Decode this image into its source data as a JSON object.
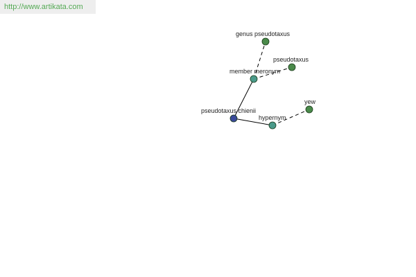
{
  "header": {
    "url": "http://www.artikata.com"
  },
  "colors": {
    "url_bar_bg": "#eeeeee",
    "url_text": "#55aa55",
    "edge": "#000000",
    "node_outline": "#1a3a1a",
    "node_main": "#3a4a9a",
    "node_relation": "#4a9a8a",
    "node_leaf": "#4a8a4a"
  },
  "graph": {
    "nodes": [
      {
        "id": "main",
        "label": "pseudotaxus chienii",
        "kind": "main"
      },
      {
        "id": "meronym",
        "label": "member meronym",
        "kind": "relation"
      },
      {
        "id": "hypernym",
        "label": "hypernym",
        "kind": "relation"
      },
      {
        "id": "genus",
        "label": "genus pseudotaxus",
        "kind": "leaf"
      },
      {
        "id": "pseudotaxus",
        "label": "pseudotaxus",
        "kind": "leaf"
      },
      {
        "id": "yew",
        "label": "yew",
        "kind": "leaf"
      }
    ],
    "edges": [
      {
        "from": "main",
        "to": "meronym",
        "style": "solid"
      },
      {
        "from": "main",
        "to": "hypernym",
        "style": "solid"
      },
      {
        "from": "meronym",
        "to": "genus",
        "style": "dashed"
      },
      {
        "from": "meronym",
        "to": "pseudotaxus",
        "style": "dashed"
      },
      {
        "from": "hypernym",
        "to": "yew",
        "style": "dashed"
      }
    ]
  }
}
